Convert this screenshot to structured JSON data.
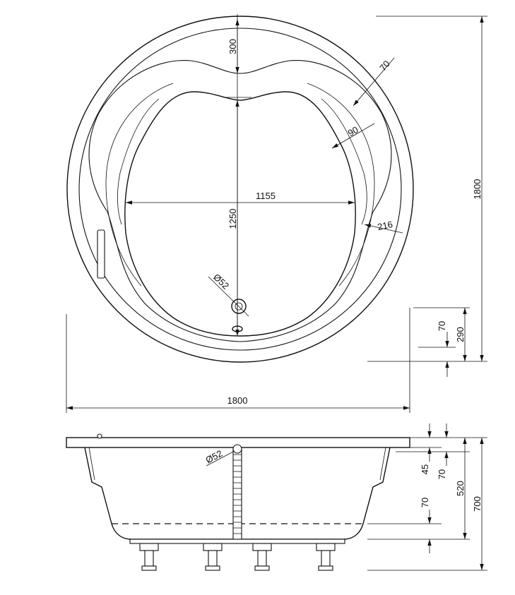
{
  "labels": {
    "top_300": "300",
    "top_70": "70",
    "top_90": "90",
    "top_1155": "1155",
    "top_1250": "1250",
    "top_216": "216",
    "top_drain": "Ø52",
    "top_1800_v": "1800",
    "top_1800_h": "1800",
    "top_70_v": "70",
    "top_290_v": "290",
    "side_drain": "Ø52",
    "side_45": "45",
    "side_70_a": "70",
    "side_520": "520",
    "side_70_b": "70",
    "side_700": "700"
  }
}
